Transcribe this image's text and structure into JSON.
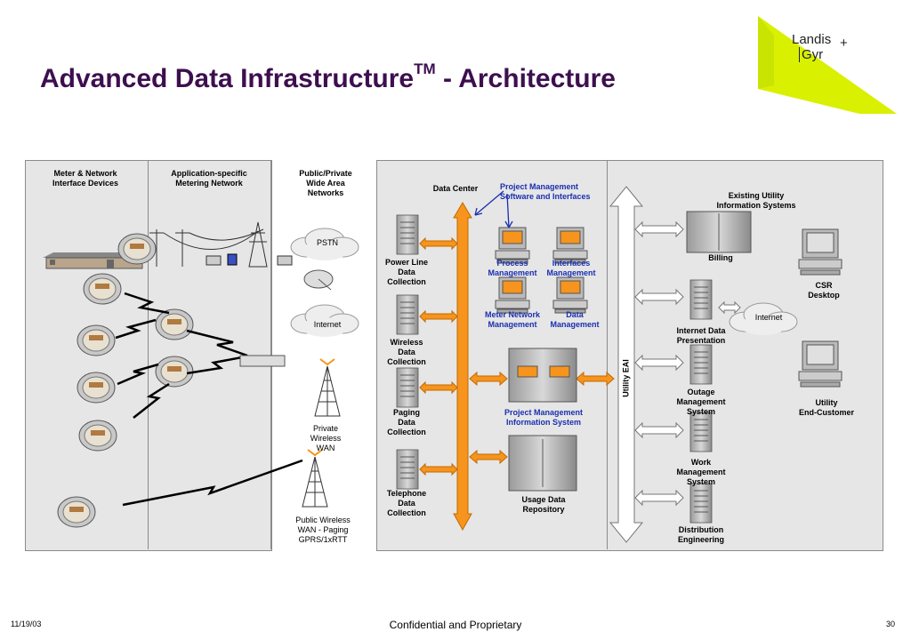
{
  "title": {
    "main": "Advanced Data Infrastructure",
    "sup": "TM",
    "suffix": " - Architecture"
  },
  "logo": {
    "line1": "Landis",
    "line2": "Gyr",
    "plus": "+"
  },
  "columns": {
    "meter": "Meter & Network\nInterface Devices",
    "ami": "Application-specific\nMetering Network",
    "wan": "Public/Private\nWide Area\nNetworks",
    "datacenter": "Data Center",
    "existing": "Existing Utility\nInformation Systems"
  },
  "wan": {
    "pstn": "PSTN",
    "internet": "Internet",
    "private": "Private\nWireless\nWAN",
    "public": "Public Wireless\nWAN - Paging\nGPRS/1xRTT"
  },
  "collectors": {
    "powerline": "Power Line\nData\nCollection",
    "wireless": "Wireless\nData\nCollection",
    "paging": "Paging\nData\nCollection",
    "telephone": "Telephone\nData\nCollection"
  },
  "pm": {
    "software": "Project Management\nSoftware and Interfaces",
    "process": "Process\nManagement",
    "interfaces": "Interfaces\nManagement",
    "network": "Meter Network\nManagement",
    "data": "Data\nManagement",
    "system": "Project Management\nInformation System",
    "repository": "Usage Data\nRepository"
  },
  "eai": "Utility EAI",
  "utility": {
    "billing": "Billing",
    "internet_pres": "Internet Data\nPresentation",
    "outage": "Outage\nManagement\nSystem",
    "work": "Work\nManagement\nSystem",
    "dist": "Distribution\nEngineering",
    "csr": "CSR\nDesktop",
    "internet": "Internet",
    "customer": "Utility\nEnd-Customer"
  },
  "footer": {
    "date": "11/19/03",
    "center": "Confidential and Proprietary",
    "page": "30"
  },
  "colors": {
    "title": "#3d0f4f",
    "accent_orange": "#f7941d",
    "blue_text": "#1a2fb0",
    "logo_green": "#d9f000",
    "panel": "#e6e6e6"
  }
}
